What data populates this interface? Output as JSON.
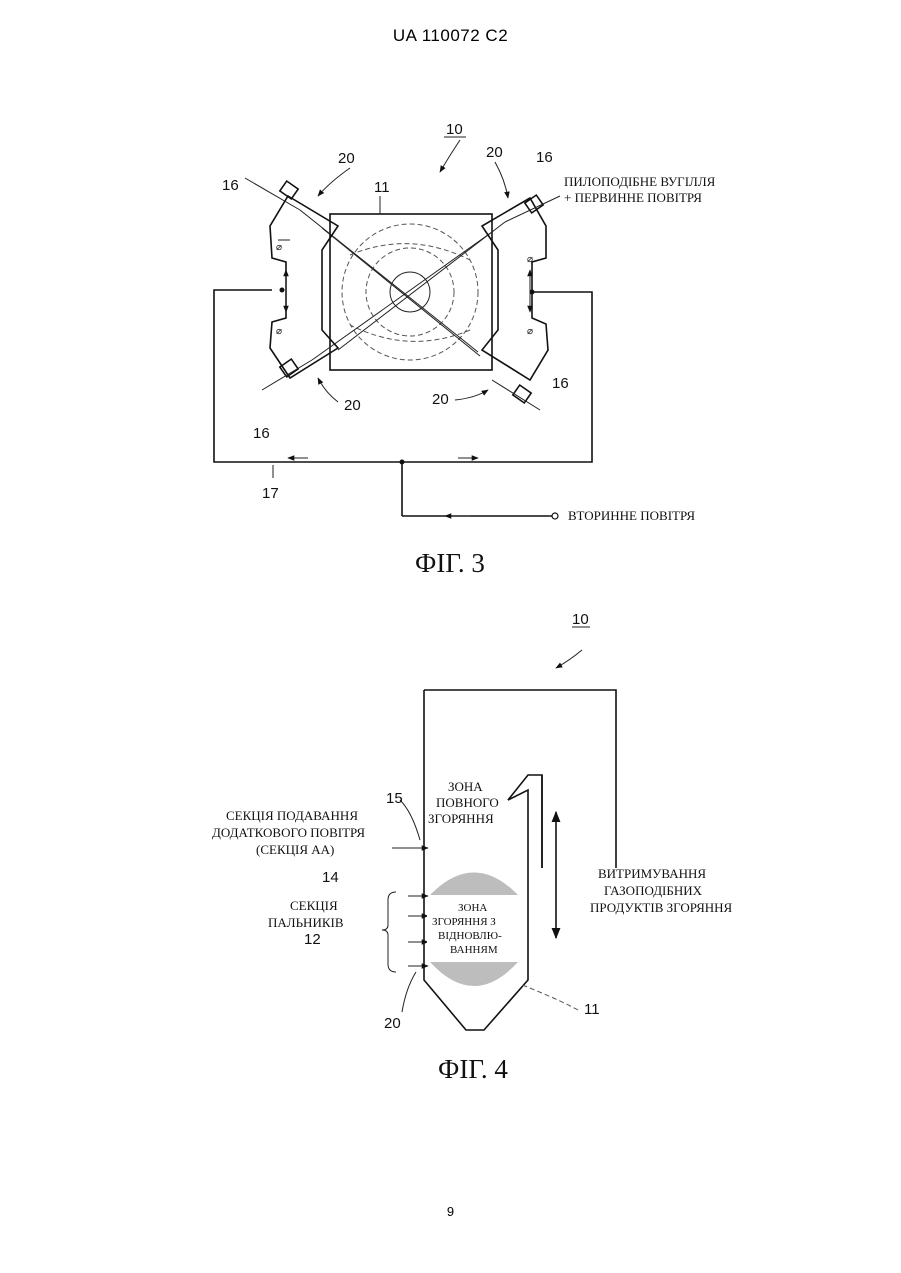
{
  "header": {
    "doc_number": "UA   110072   C2"
  },
  "page_number": "9",
  "figure3": {
    "caption": "ФІГ. 3",
    "ref_10": "10",
    "ref_11": "11",
    "ref_16_tl": "16",
    "ref_16_tr": "16",
    "ref_16_bl": "16",
    "ref_16_br": "16",
    "ref_17": "17",
    "ref_20_tl": "20",
    "ref_20_tr": "20",
    "ref_20_bl": "20",
    "ref_20_br": "20",
    "label_coal_line1": "ПИЛОПОДІБНЕ ВУГІЛЛЯ",
    "label_coal_line2": "+ ПЕРВИННЕ ПОВІТРЯ",
    "label_secondary_air": "ВТОРИННЕ ПОВІТРЯ"
  },
  "figure4": {
    "caption": "ФІГ. 4",
    "ref_10": "10",
    "ref_11": "11",
    "ref_14": "14",
    "ref_15": "15",
    "ref_12": "12",
    "ref_20": "20",
    "aa_section_line1": "СЕКЦІЯ ПОДАВАННЯ",
    "aa_section_line2": "ДОДАТКОВОГО ПОВІТРЯ",
    "aa_section_line3": "(СЕКЦІЯ АА)",
    "burner_line1": "СЕКЦІЯ",
    "burner_line2": "ПАЛЬНИКІВ",
    "full_combustion_line1": "ЗОНА",
    "full_combustion_line2": "ПОВНОГО",
    "full_combustion_line3": "ЗГОРЯННЯ",
    "reduction_line1": "ЗОНА",
    "reduction_line2": "ЗГОРЯННЯ З",
    "reduction_line3": "ВІДНОВЛЮ-",
    "reduction_line4": "ВАННЯМ",
    "residence_line1": "ВИТРИМУВАННЯ",
    "residence_line2": "ГАЗОПОДІБНИХ",
    "residence_line3": "ПРОДУКТІВ ЗГОРЯННЯ"
  }
}
